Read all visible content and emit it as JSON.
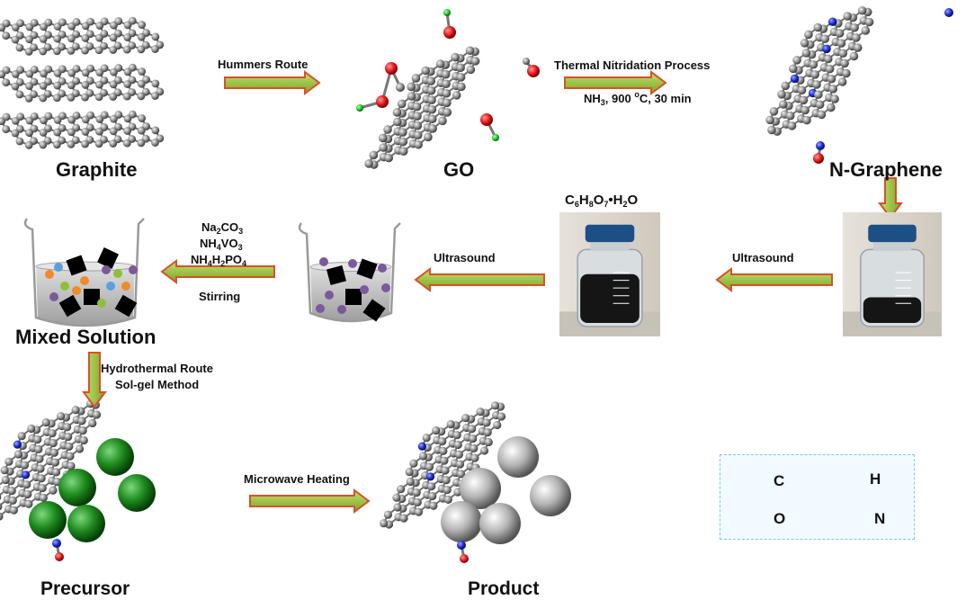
{
  "stages": {
    "graphite": "Graphite",
    "go": "GO",
    "n_graphene": "N-Graphene",
    "mixed_solution": "Mixed Solution",
    "precursor": "Precursor",
    "product": "Product"
  },
  "steps": {
    "hummers": "Hummers Route",
    "thermal": "Thermal Nitridation Process",
    "thermal_cond_pre": "NH",
    "thermal_cond_sub": "3",
    "thermal_cond_mid": ", 900 ",
    "thermal_cond_sup": "o",
    "thermal_cond_post": "C, 30 min",
    "ultrasound_1": "Ultrasound",
    "ultrasound_2": "Ultrasound",
    "reagent_1": [
      "Na",
      "2",
      "CO",
      "3"
    ],
    "reagent_2": [
      "NH",
      "4",
      "VO",
      "3"
    ],
    "reagent_3": [
      "NH",
      "4",
      "H",
      "2",
      "PO",
      "4"
    ],
    "stirring": "Stirring",
    "hydrothermal": "Hydrothermal Route",
    "solgel": "Sol-gel Method",
    "microwave": "Microwave Heating",
    "citric": [
      "C",
      "6",
      "H",
      "8",
      "O",
      "7",
      "•H",
      "2",
      "O"
    ]
  },
  "legend": {
    "items": [
      {
        "symbol": "C",
        "color": "#8a8a8a"
      },
      {
        "symbol": "H",
        "color": "#2ecc2e"
      },
      {
        "symbol": "O",
        "color": "#e02020"
      },
      {
        "symbol": "N",
        "color": "#1a2ad8"
      }
    ]
  },
  "colors": {
    "arrow_fill": "#9ac43a",
    "arrow_edge": "#d9502a",
    "carbon": "#8d8d8d",
    "oxygen": "#e02020",
    "hydrogen": "#2ecc2e",
    "nitrogen": "#1a2ad8",
    "precursor_ball": "#1e7f1e",
    "product_ball": "#a9a9a9",
    "legend_border": "#7fc8e0"
  }
}
